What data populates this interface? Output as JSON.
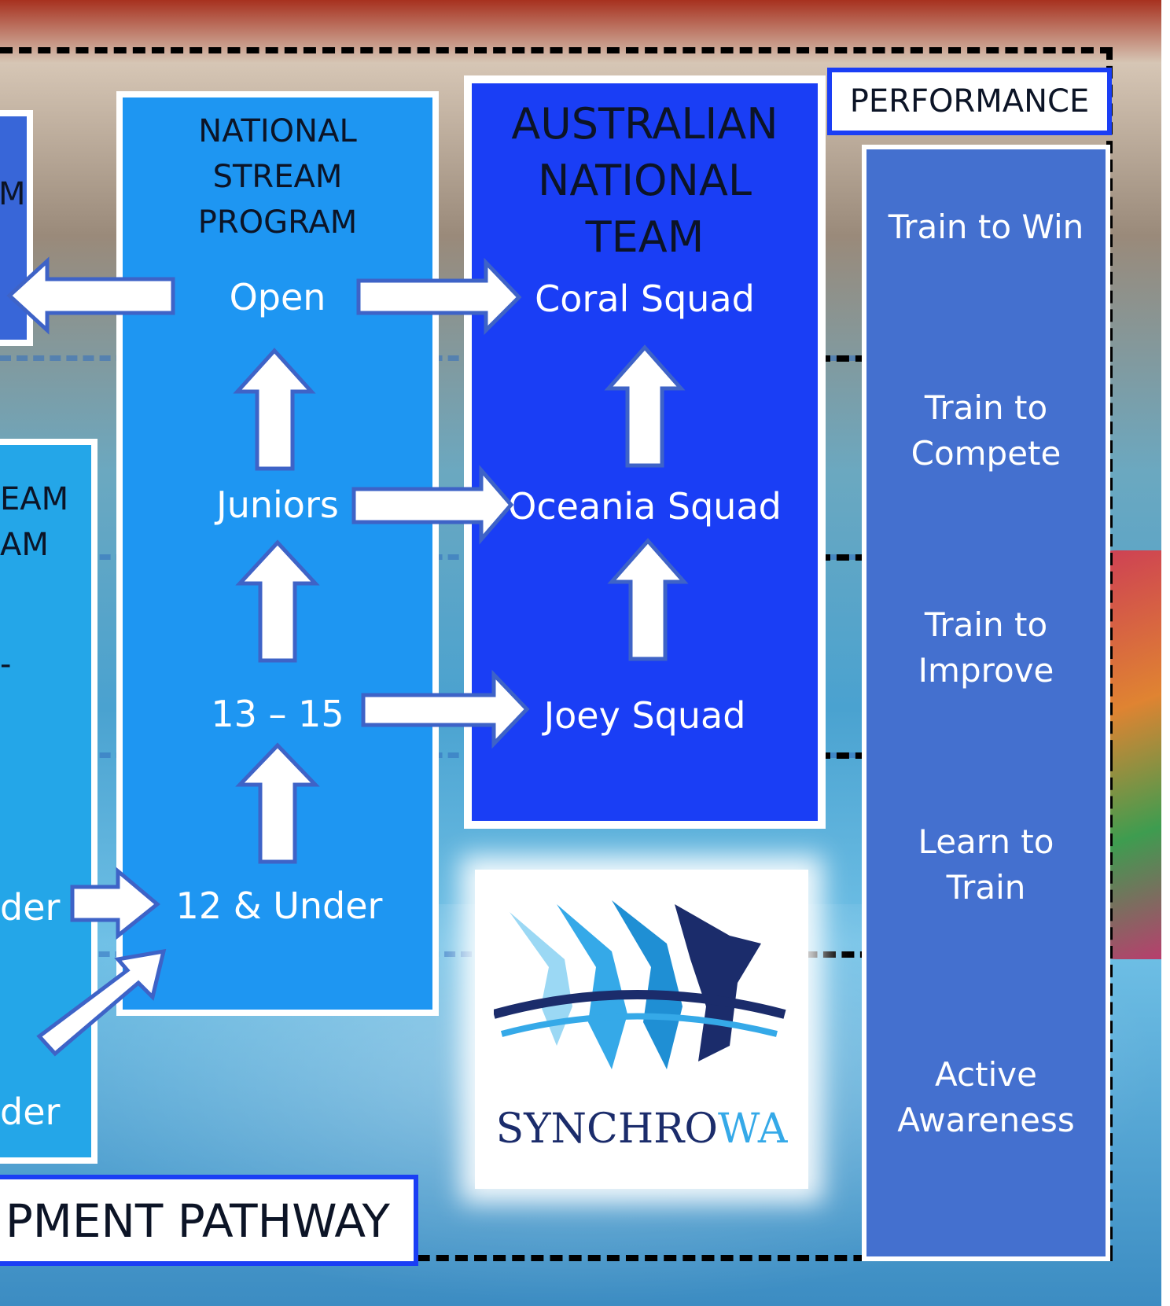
{
  "national_stream": {
    "title": "NATIONAL\nSTREAM\nPROGRAM",
    "levels": [
      "Open",
      "Juniors",
      "13 – 15",
      "12 & Under"
    ]
  },
  "australian_team": {
    "title": "AUSTRALIAN\nNATIONAL\nTEAM",
    "squads": [
      "Coral Squad",
      "Oceania Squad",
      "Joey Squad"
    ]
  },
  "performance": {
    "label": "PERFORMANCE",
    "stages": [
      "Train to Win",
      "Train to\nCompete",
      "Train to\nImprove",
      "Learn to\nTrain",
      "Active\nAwareness"
    ]
  },
  "left_cut": {
    "top_fragment": "M",
    "stream_fragment": "EAM\nAM",
    "under_1": "der",
    "under_2": "der",
    "pathway_label": "PMENT PATHWAY",
    "dash_fragment": "-"
  },
  "logo": {
    "text_dark": "SYNCHRO",
    "text_light": "WA"
  },
  "colors": {
    "stream_blue": "#1e96f2",
    "team_blue": "#1a3ef5",
    "performance_blue": "#4470cf",
    "logo_navy": "#1b2c6b",
    "logo_light": "#35a9e8"
  }
}
